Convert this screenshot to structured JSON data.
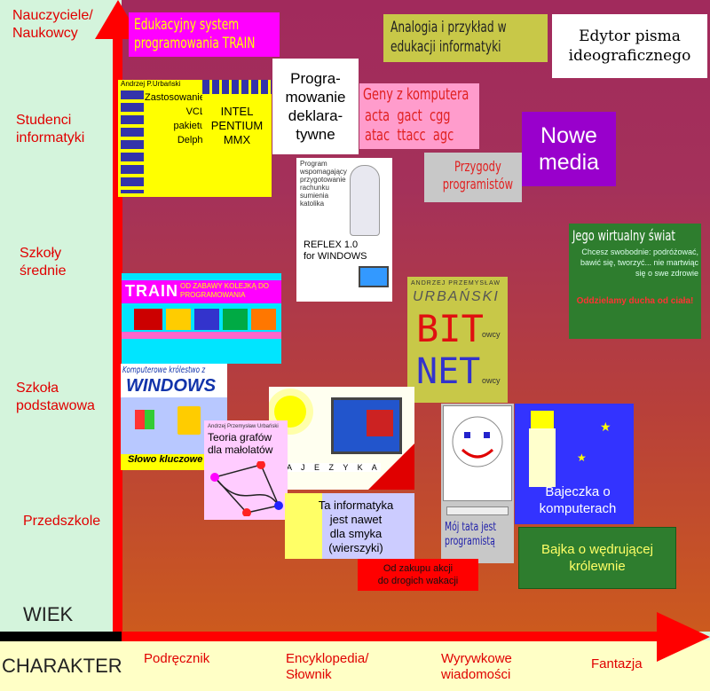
{
  "axes": {
    "y_title": "WIEK",
    "x_title": "CHARAKTER",
    "y_labels": [
      "Nauczyciele/\nNaukowcy",
      "Studenci\ninformatyki",
      "Szkoły\nśrednie",
      "Szkoła\npodstawowa",
      "Przedszkole"
    ],
    "x_labels": [
      "Podręcznik",
      "Encyklopedia/\nSłownik",
      "Wyrywkowe\nwiadomości",
      "Fantazja"
    ]
  },
  "items": {
    "train_system": "Edukacyjny system programowania TRAIN",
    "analogia": "Analogia i przykład w edukacji informatyki",
    "edytor": "Edytor pisma ideograficznego",
    "programowanie": "Progra-\nmowanie\ndeklara-\ntywne",
    "geny_title": "Geny z komputera",
    "geny_words": "acta  gact  cgg\natac  ttacc  agc",
    "nowe_media": "Nowe\nmedia",
    "przygody": "Przygody\nprogramistów",
    "vcl_author": "Andrzej P.Urbański",
    "vcl_title": "Zastosowanie biblioteki\nVCL\npakietu\nDelphi",
    "intel_title": "INTEL\nPENTIUM\nMMX",
    "reflex_desc": "Program wspomagający przygotowanie rachunku sumienia katolika",
    "reflex_title": "REFLEX 1.0\nfor WINDOWS",
    "wirtualny_title": "Jego wirtualny świat",
    "wirtualny_text": "Chcesz swobodnie: podróżować, bawić się, tworzyć... nie martwiąc się o swe zdrowie",
    "wirtualny_slogan": "Oddzielamy ducha od ciała!",
    "train_book": "TRAIN",
    "train_book_sub": "OD ZABAWY KOLEJKĄ DO PROGRAMOWANIA",
    "bitnet_author": "ANDRZEJ PRZEMYSŁAW",
    "bitnet_surname": "URBAŃSKI",
    "bit": "BIT",
    "net": "NET",
    "owcy": "owcy",
    "windows_title": "Komputerowe królestwo z",
    "windows_word": "WINDOWS",
    "windows_bottom": "Słowo kluczowe",
    "grafy_author": "Andrzej Przemysław Urbański",
    "grafy_title": "Teoria grafów\ndla małolatów",
    "alphabet": "A J E Z Y K A",
    "informatyka": "Ta informatyka\njest nawet\ndla smyka\n(wierszyki)",
    "moj_tata": "Mój tata jest\nprogramistą",
    "bajeczka": "Bajeczka o\nkomputerach",
    "bajka": "Bajka o wędrującej\nkrólewnie",
    "od_zakupu": "Od zakupu akcji\ndo drogich wakacji"
  },
  "colors": {
    "axis": "#ff0000",
    "band_left": "#d4f4dc",
    "band_bottom": "#ffffc6",
    "label": "#e00000"
  }
}
